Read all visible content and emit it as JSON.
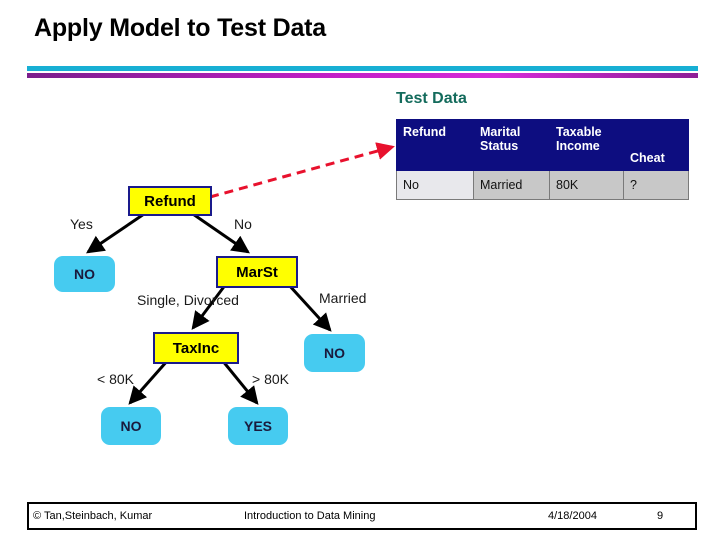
{
  "slide": {
    "title": "Apply Model to Test Data",
    "accent_cyan": "#17AFD4",
    "accent_magenta": "#C21FC6"
  },
  "test_data": {
    "caption": "Test Data",
    "header_color": "#0D0D80",
    "columns": [
      "Refund",
      "Marital Status",
      "Taxable Income",
      "Cheat"
    ],
    "columns_wrapped": [
      {
        "line1": "Refund",
        "line2": ""
      },
      {
        "line1": "Marital",
        "line2": "Status"
      },
      {
        "line1": "Taxable",
        "line2": "Income"
      },
      {
        "line1": "Cheat",
        "line2": ""
      }
    ],
    "rows": [
      {
        "refund": "No",
        "marital_status": "Married",
        "taxable_income": "80K",
        "cheat": "?"
      }
    ]
  },
  "tree": {
    "pointer_arrow": {
      "name": "red-dashed-arrow",
      "color": "#E8112D",
      "style": "dashed"
    },
    "nodes": {
      "root": "Refund",
      "marst": "MarSt",
      "taxinc": "TaxInc",
      "leaf_refund_yes": "NO",
      "leaf_married": "NO",
      "leaf_lt80k": "NO",
      "leaf_gt80k": "YES"
    },
    "edge_labels": {
      "refund_yes": "Yes",
      "refund_no": "No",
      "marst_single": "Single, Divorced",
      "marst_married": "Married",
      "taxinc_lt": "< 80K",
      "taxinc_gt": "> 80K"
    },
    "colors": {
      "internal_fill": "#FFFF00",
      "internal_border": "#1A1A8C",
      "leaf_fill": "#46CBF0"
    }
  },
  "footer": {
    "copyright": "© Tan,Steinbach, Kumar",
    "center": "Introduction to Data Mining",
    "date": "4/18/2004",
    "page": "9"
  }
}
